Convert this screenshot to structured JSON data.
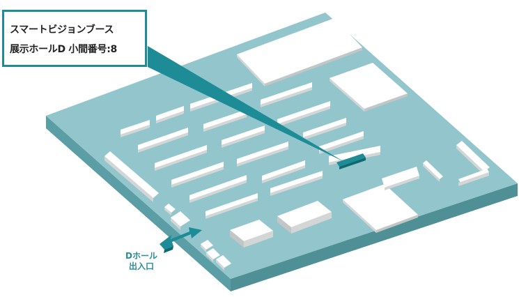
{
  "callout": {
    "booth_name": "スマートビジョンブース",
    "location": "展示ホールD 小間番号:8"
  },
  "entrance": {
    "label_line1": "Dホール",
    "label_line2": "出入口"
  },
  "colors": {
    "floor_top": "#93c6cc",
    "floor_side": "#5c9ea5",
    "booth_top": "#ffffff",
    "booth_side": "#d4d6d6",
    "accent": "#1e8c96",
    "entrance_text": "#2a8d97"
  },
  "icons": {
    "entrance_arrow": "double-arrow-icon",
    "target_booth": "highlight-booth-marker"
  }
}
